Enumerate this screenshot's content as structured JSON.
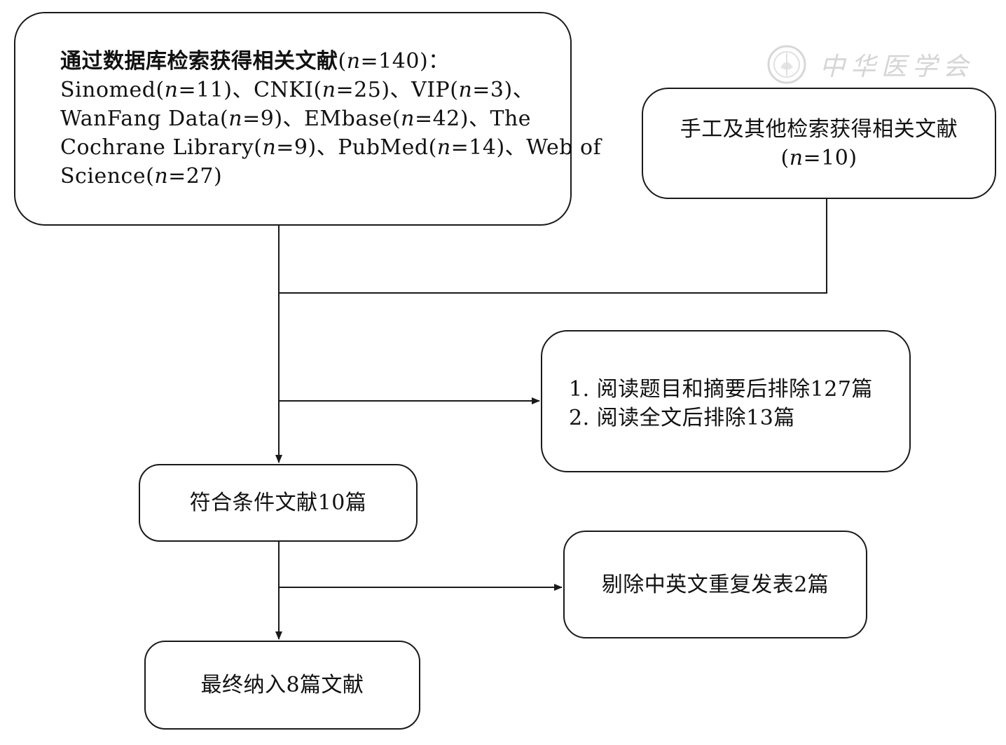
{
  "boxes": {
    "search": {
      "heading": "通过数据库检索获得相关文献",
      "heading_count": "(n=140)：",
      "databases": [
        {
          "name": "Sinomed",
          "count": "(n=11)"
        },
        {
          "name": "CNKI",
          "count": "(n=25)"
        },
        {
          "name": "VIP",
          "count": "(n=3)"
        },
        {
          "name": "WanFang Data",
          "count": "(n=9)"
        },
        {
          "name": "EMbase",
          "count": "(n=42)"
        },
        {
          "name": "The Cochrane Library",
          "count": "(n=9)"
        },
        {
          "name": "PubMed",
          "count": "(n=14)"
        },
        {
          "name": "Web of Science",
          "count": "(n=27)"
        }
      ]
    },
    "manual": {
      "label": "手工及其他检索获得相关文献",
      "count": "(n=10)"
    },
    "exclude": {
      "line1": "1. 阅读题目和摘要后排除127篇",
      "line2": "2. 阅读全文后排除13篇"
    },
    "eligible": {
      "label": "符合条件文献10篇"
    },
    "duplicate": {
      "label": "剔除中英文重复发表2篇"
    },
    "final": {
      "label": "最终纳入8篇文献"
    }
  },
  "watermark": {
    "text": "中华医学会"
  }
}
